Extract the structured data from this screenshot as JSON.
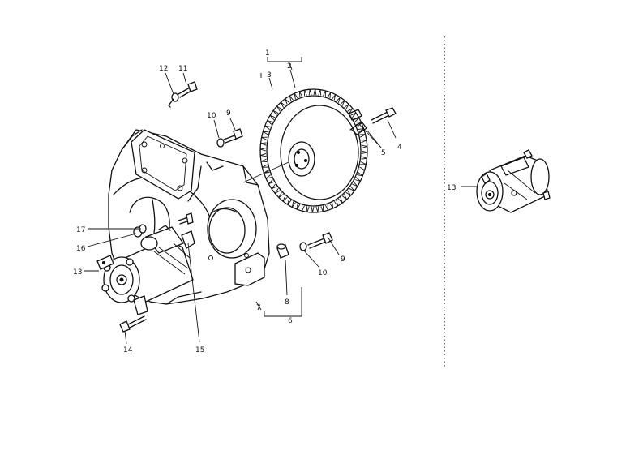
{
  "callouts": [
    {
      "id": "c1",
      "text": "1"
    },
    {
      "id": "c2",
      "text": "2"
    },
    {
      "id": "c3",
      "text": "3"
    },
    {
      "id": "c4",
      "text": "4"
    },
    {
      "id": "c5",
      "text": "5"
    },
    {
      "id": "c6",
      "text": "6"
    },
    {
      "id": "c7",
      "text": "7"
    },
    {
      "id": "c8",
      "text": "8"
    },
    {
      "id": "c9a",
      "text": "9"
    },
    {
      "id": "c9b",
      "text": "9"
    },
    {
      "id": "c10a",
      "text": "10"
    },
    {
      "id": "c10b",
      "text": "10"
    },
    {
      "id": "c11",
      "text": "11"
    },
    {
      "id": "c12",
      "text": "12"
    },
    {
      "id": "c13a",
      "text": "13"
    },
    {
      "id": "c13b",
      "text": "13"
    },
    {
      "id": "c14",
      "text": "14"
    },
    {
      "id": "c15",
      "text": "15"
    },
    {
      "id": "c16",
      "text": "16"
    },
    {
      "id": "c17",
      "text": "17"
    }
  ],
  "parts": {
    "flywheel_housing": "flywheel-housing",
    "flywheel_ring_gear": "flywheel-ring-gear",
    "starter_motor": "starter-motor",
    "alternate_starter": "alternate-starter-motor"
  }
}
